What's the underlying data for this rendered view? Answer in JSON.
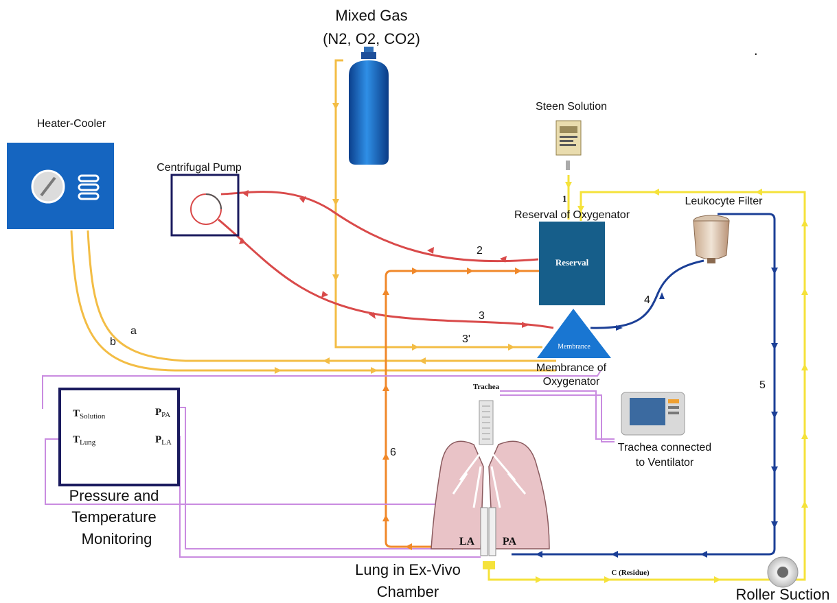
{
  "labels": {
    "mixed_gas_line1": "Mixed Gas",
    "mixed_gas_line2": "(N2, O2, CO2)",
    "heater_cooler": "Heater-Cooler",
    "centrifugal_pump": "Centrifugal Pump",
    "steen_solution": "Steen Solution",
    "reserval_of_oxygenator": "Reserval of Oxygenator",
    "reserval_box": "Reserval",
    "leukocyte_filter": "Leukocyte Filter",
    "membrance_triangle": "Membrance",
    "membrance_of_oxygenator_line1": "Membrance of",
    "membrance_of_oxygenator_line2": "Oxygenator",
    "trachea": "Trachea",
    "trachea_ventilator_line1": "Trachea connected",
    "trachea_ventilator_line2": "to Ventilator",
    "pressure_temp_line1": "Pressure and",
    "pressure_temp_line2": "Temperature",
    "pressure_temp_line3": "Monitoring",
    "lung_chamber_line1": "Lung in Ex-Vivo",
    "lung_chamber_line2": "Chamber",
    "roller_suction": "Roller Suction",
    "residue": "C (Residue)",
    "la": "LA",
    "pa": "PA",
    "dot": "."
  },
  "monitor": {
    "t_solution_main": "T",
    "t_solution_sub": "Solution",
    "t_lung_main": "T",
    "t_lung_sub": "Lung",
    "p_pa_main": "P",
    "p_pa_sub": "PA",
    "p_la_main": "P",
    "p_la_sub": "LA"
  },
  "line_numbers": {
    "n1": "1",
    "n2": "2",
    "n3": "3",
    "n3p": "3'",
    "n4": "4",
    "n5": "5",
    "n6": "6",
    "a": "a",
    "b": "b"
  },
  "colors": {
    "heater_blue": "#1565c0",
    "reserval_teal": "#165e8a",
    "membrance_blue": "#1976d2",
    "red_line": "#d94a4a",
    "orange_line": "#f0882a",
    "yellow_line": "#f5e23a",
    "gas_line": "#f3bd45",
    "navy_line": "#1b3f96",
    "violet_line": "#c98be0",
    "lung_pink": "#e9c3c7"
  }
}
